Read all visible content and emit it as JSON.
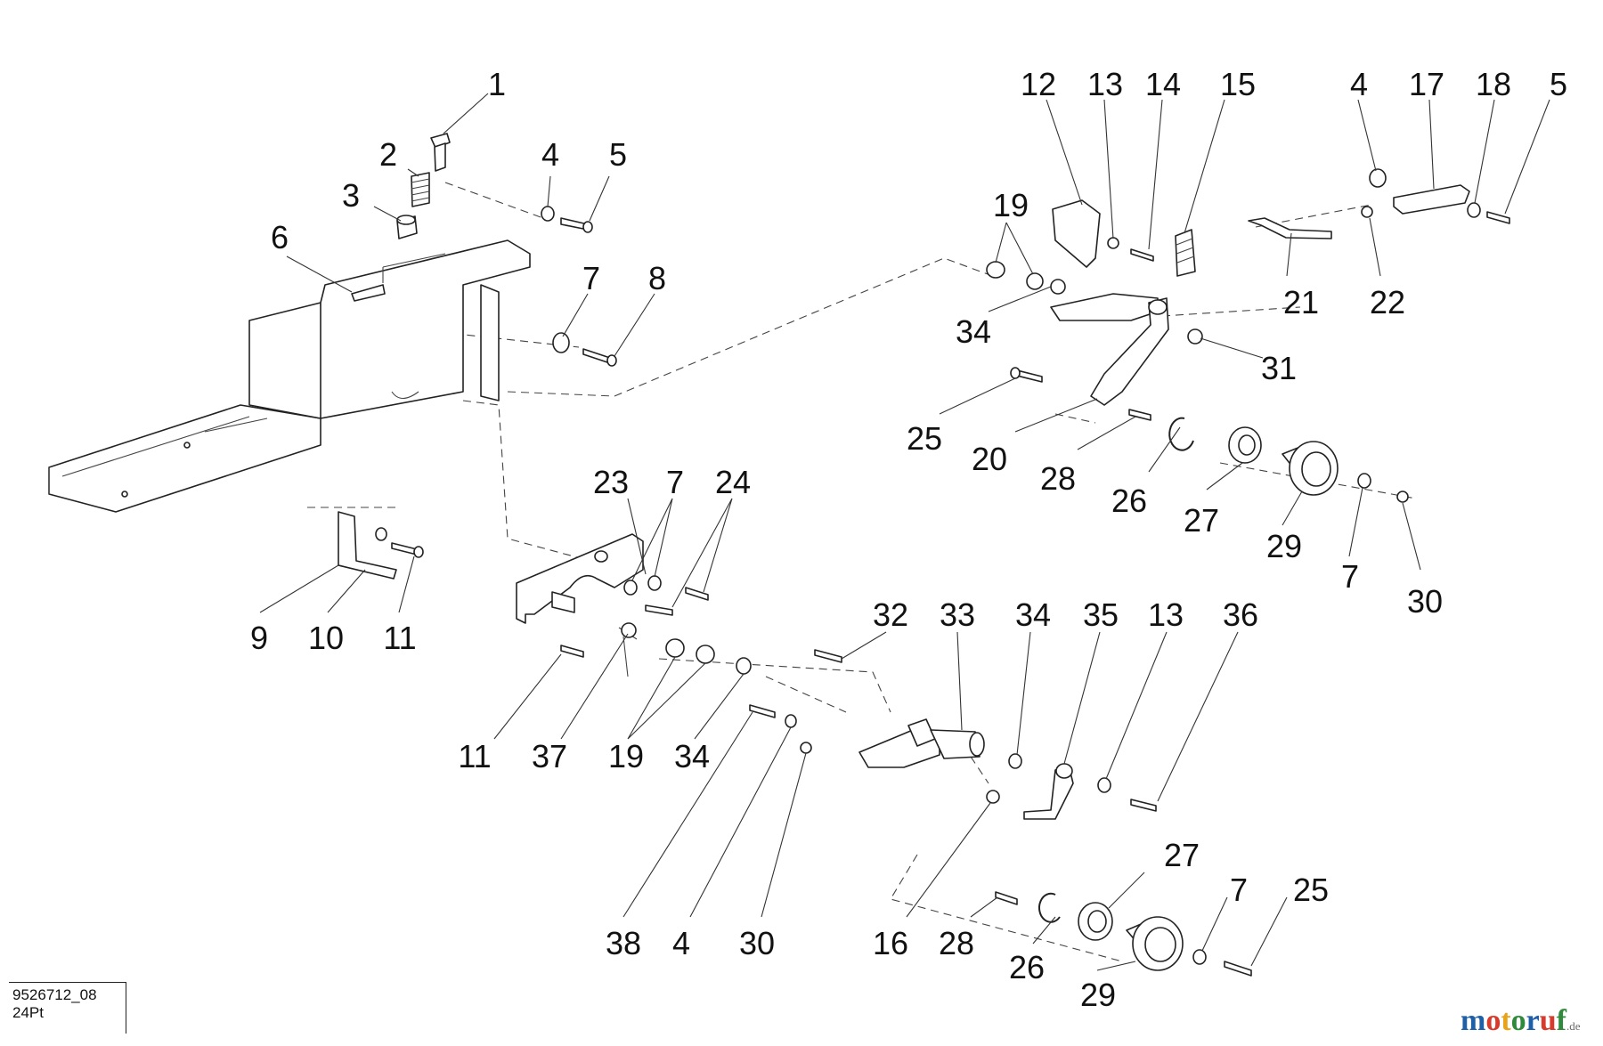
{
  "drawing_id": "9526712_08",
  "drawing_subtitle": "24Pt",
  "brand": {
    "letters": [
      "m",
      "o",
      "t",
      "o",
      "r",
      "u",
      "f"
    ],
    "letter_colors": [
      "#1f5fa8",
      "#d83a2b",
      "#e8a31b",
      "#2f8a3c",
      "#1f5fa8",
      "#d83a2b",
      "#2f8a3c"
    ],
    "suffix": ".de"
  },
  "callouts": [
    "1",
    "2",
    "3",
    "4",
    "5",
    "6",
    "7",
    "8",
    "12",
    "13",
    "14",
    "15",
    "4",
    "17",
    "18",
    "5",
    "19",
    "34",
    "21",
    "22",
    "31",
    "25",
    "20",
    "28",
    "26",
    "27",
    "29",
    "7",
    "30",
    "23",
    "7",
    "24",
    "9",
    "10",
    "11",
    "32",
    "33",
    "34",
    "35",
    "13",
    "36",
    "11",
    "37",
    "19",
    "34",
    "27",
    "7",
    "25",
    "38",
    "4",
    "30",
    "16",
    "28",
    "26",
    "29"
  ]
}
